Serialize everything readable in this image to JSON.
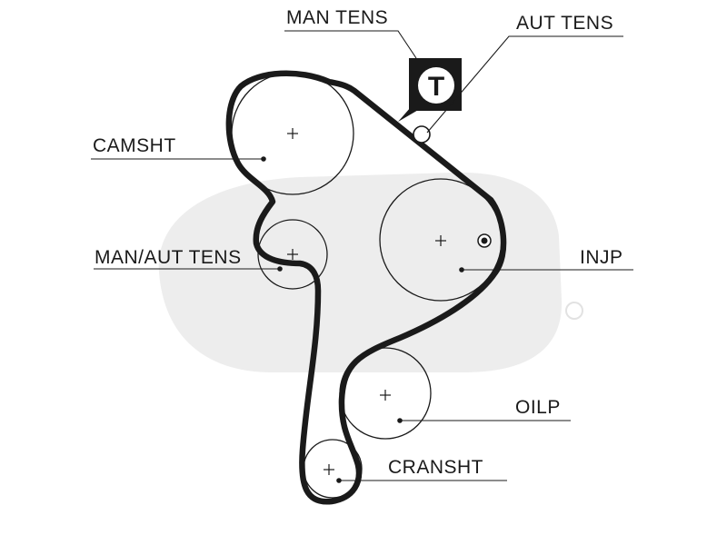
{
  "labels": {
    "man_tens": "MAN TENS",
    "aut_tens": "AUT TENS",
    "camsht": "CAMSHT",
    "man_aut_tens": "MAN/AUT TENS",
    "injp": "INJP",
    "oilp": "OILP",
    "cransht": "CRANSHT",
    "tensioner_mark": "T"
  },
  "icons": {
    "tensioner_badge": "tensioner-t-badge-icon",
    "watermark": "gates-logo-watermark"
  },
  "colors": {
    "ink": "#1a1a1a",
    "belt": "#1a1a1a",
    "watermark": "#ededed",
    "background": "#ffffff"
  }
}
